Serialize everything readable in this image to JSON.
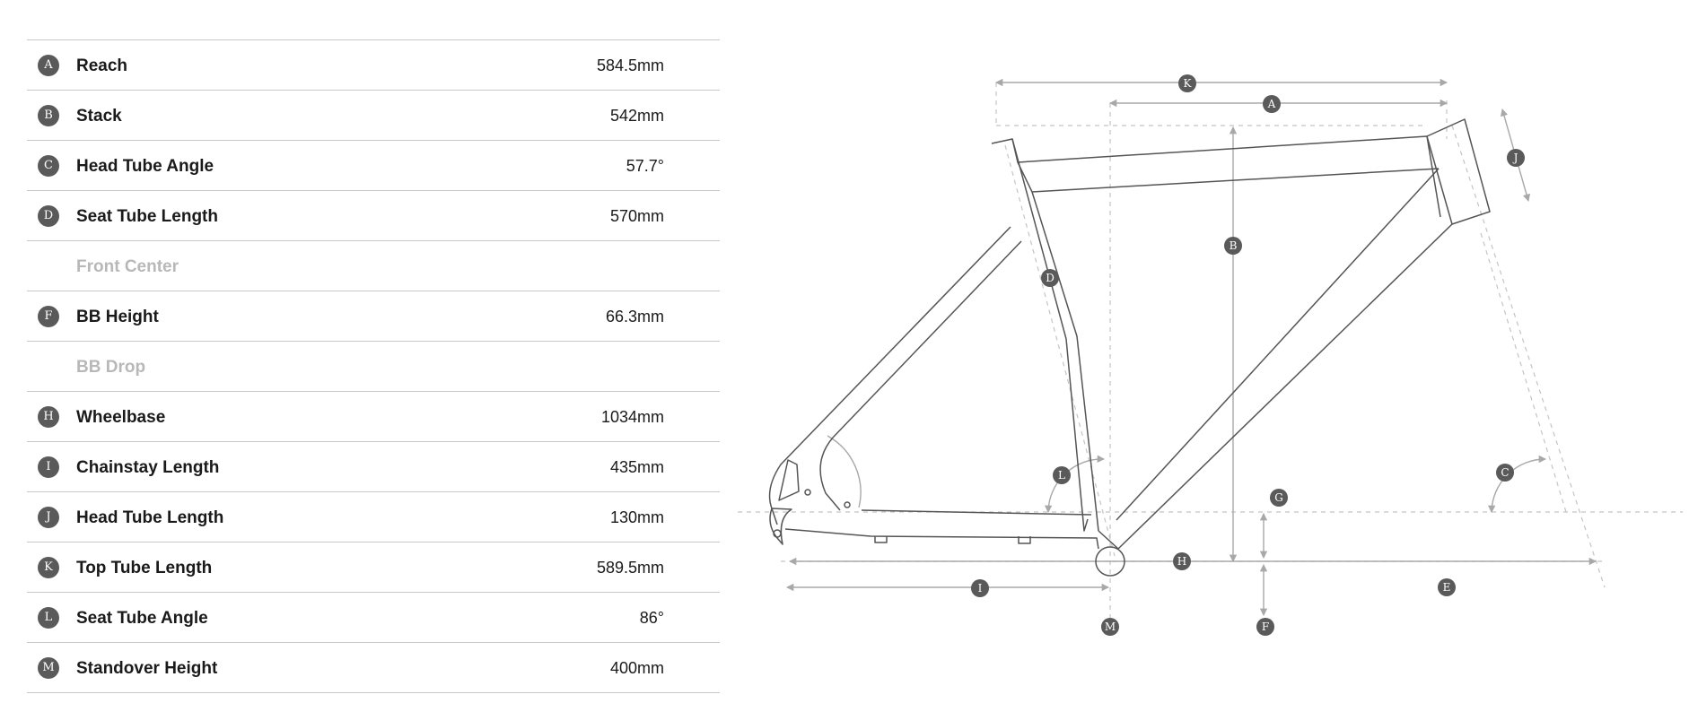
{
  "geometry": {
    "rows": [
      {
        "letter": "A",
        "label": "Reach",
        "value": "584.5mm"
      },
      {
        "letter": "B",
        "label": "Stack",
        "value": "542mm"
      },
      {
        "letter": "C",
        "label": "Head Tube Angle",
        "value": "57.7°"
      },
      {
        "letter": "D",
        "label": "Seat Tube Length",
        "value": "570mm"
      },
      {
        "letter": "",
        "label": "Front Center",
        "value": ""
      },
      {
        "letter": "F",
        "label": "BB Height",
        "value": "66.3mm"
      },
      {
        "letter": "",
        "label": "BB Drop",
        "value": ""
      },
      {
        "letter": "H",
        "label": "Wheelbase",
        "value": "1034mm"
      },
      {
        "letter": "I",
        "label": "Chainstay Length",
        "value": "435mm"
      },
      {
        "letter": "J",
        "label": "Head Tube Length",
        "value": "130mm"
      },
      {
        "letter": "K",
        "label": "Top Tube Length",
        "value": "589.5mm"
      },
      {
        "letter": "L",
        "label": "Seat Tube Angle",
        "value": "86°"
      },
      {
        "letter": "M",
        "label": "Standover Height",
        "value": "400mm"
      }
    ]
  },
  "diagram": {
    "labels": [
      "K",
      "A",
      "J",
      "B",
      "D",
      "L",
      "G",
      "C",
      "H",
      "E",
      "I",
      "M",
      "F"
    ]
  },
  "colors": {
    "badge": "#5a5a5a",
    "frame_line": "#555555",
    "dimension_line": "#a8a8a8",
    "guide_line": "#c4c4c4",
    "divider": "#c8c8c8",
    "muted_text": "#b8b8b8"
  }
}
